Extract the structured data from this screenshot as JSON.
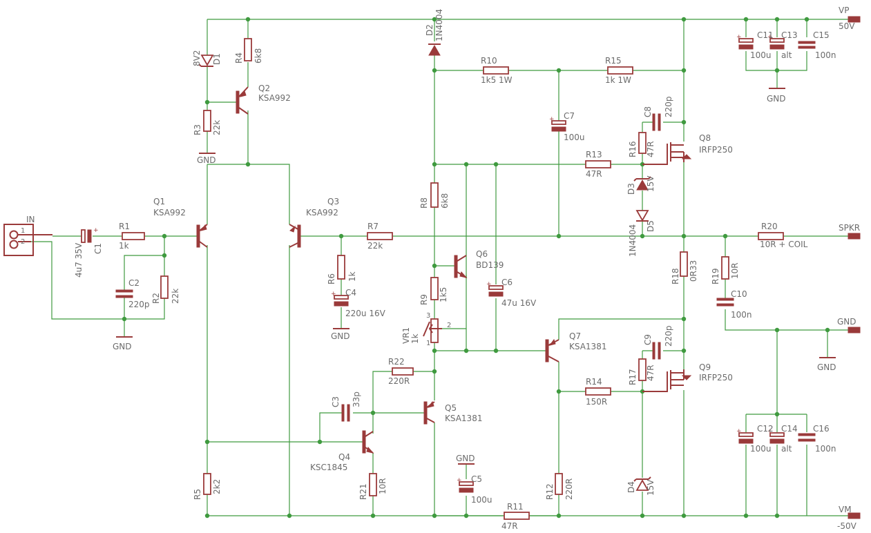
{
  "labels": {
    "D2": "D2",
    "D2v": "1N4004",
    "VP": "VP",
    "VPv": "50V",
    "VM": "VM",
    "VMv": "-50V",
    "D1": "D1",
    "D1v": "8V2",
    "R4": "R4",
    "R4v": "6k8",
    "Q2": "Q2",
    "Q2v": "KSA992",
    "R3": "R3",
    "R3v": "22k",
    "GND1": "GND",
    "R10": "R10",
    "R10v": "1k5 1W",
    "R15": "R15",
    "R15v": "1k 1W",
    "C7": "C7",
    "C7v": "100u",
    "C8": "C8",
    "C8v": "220p",
    "R16": "R16",
    "R16v": "47R",
    "Q8": "Q8",
    "Q8v": "IRFP250",
    "R13": "R13",
    "R13v": "47R",
    "D3": "D3",
    "D3v": "15V",
    "D5": "D5",
    "D5v": "1N4004",
    "C11": "C11",
    "C11v": "100u",
    "C13": "C13",
    "C13v": "alt",
    "C15": "C15",
    "C15v": "100n",
    "GND2": "GND",
    "IN": "IN",
    "pin1": "1",
    "pin2": "2",
    "C1": "C1",
    "C1v": "4u7 35V",
    "R1": "R1",
    "R1v": "1k",
    "Q1": "Q1",
    "Q1v": "KSA992",
    "Q3": "Q3",
    "Q3v": "KSA992",
    "R7": "R7",
    "R7v": "22k",
    "R8": "R8",
    "R8v": "6k8",
    "C2": "C2",
    "C2v": "220p",
    "R2": "R2",
    "R2v": "22k",
    "GND3": "GND",
    "R6": "R6",
    "R6v": "1k",
    "C4": "C4",
    "C4v": "220u 16V",
    "GND4": "GND",
    "Q6": "Q6",
    "Q6v": "BD139",
    "R9": "R9",
    "R9v": "1k5",
    "C6": "C6",
    "C6v": "47u 16V",
    "VR1": "VR1",
    "VR1v": "1k",
    "vr3": "3",
    "vr2": "2",
    "vr1": "1",
    "R18": "R18",
    "R18v": "0R33",
    "R19": "R19",
    "R19v": "10R",
    "C10": "C10",
    "C10v": "100n",
    "R20": "R20",
    "R20v": "10R + COIL",
    "SPKR": "SPKR",
    "GND5": "GND",
    "GND6": "GND",
    "Q7": "Q7",
    "Q7v": "KSA1381",
    "C9": "C9",
    "C9v": "220p",
    "R17": "R17",
    "R17v": "47R",
    "Q9": "Q9",
    "Q9v": "IRFP250",
    "R14": "R14",
    "R14v": "150R",
    "R22": "R22",
    "R22v": "220R",
    "C3": "C3",
    "C3v": "33p",
    "Q5": "Q5",
    "Q5v": "KSA1381",
    "Q4": "Q4",
    "Q4v": "KSC1845",
    "R21": "R21",
    "R21v": "10R",
    "GND7": "GND",
    "C5": "C5",
    "C5v": "100u",
    "R5": "R5",
    "R5v": "2k2",
    "R11": "R11",
    "R11v": "47R",
    "R12": "R12",
    "R12v": "220R",
    "D4": "D4",
    "D4v": "15V",
    "C12": "C12",
    "C12v": "100u",
    "C14": "C14",
    "C14v": "alt",
    "C16": "C16",
    "C16v": "100n"
  },
  "colors": {
    "wire": "#3f9a3f",
    "part": "#9a3a3a",
    "text": "#6b6b6b"
  }
}
